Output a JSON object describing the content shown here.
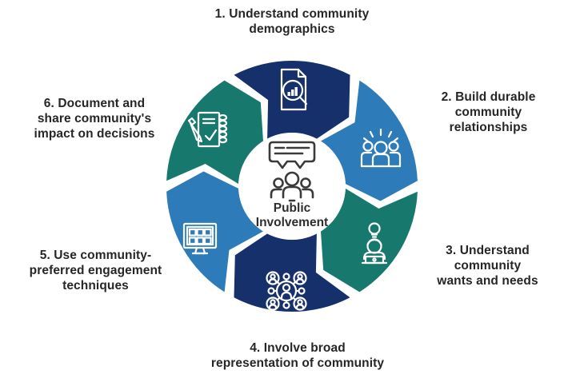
{
  "title": "Public Involvement cycle diagram",
  "center": {
    "icon": "speech-bubbles-over-people-icon",
    "line1": "Public",
    "line2": "Involvement"
  },
  "palette": {
    "navy": "#16306b",
    "blue": "#2d7cb9",
    "teal": "#17786d",
    "label_text": "#262626",
    "segment_icon_stroke": "#ffffff",
    "center_icon_stroke": "#3a3a3a",
    "background": "#ffffff"
  },
  "segments": [
    {
      "number": "1",
      "label": "1. Understand community demographics",
      "lines": [
        "1. Understand community",
        "demographics"
      ],
      "color": "#16306b",
      "icon": "document-chart-magnifier-icon"
    },
    {
      "number": "2",
      "label": "2. Build durable community relationships",
      "lines": [
        "2. Build durable",
        "community",
        "relationships"
      ],
      "color": "#2d7cb9",
      "icon": "celebrating-team-icon"
    },
    {
      "number": "3",
      "label": "3. Understand community wants and needs",
      "lines": [
        "3. Understand",
        "community",
        "wants and needs"
      ],
      "color": "#17786d",
      "icon": "listener-idea-laptop-icon"
    },
    {
      "number": "4",
      "label": "4. Involve broad representation of community",
      "lines": [
        "4. Involve broad",
        "representation of community"
      ],
      "color": "#16306b",
      "icon": "people-network-icon"
    },
    {
      "number": "5",
      "label": "5. Use community-preferred engagement techniques",
      "lines": [
        "5. Use community-",
        "preferred engagement",
        "techniques"
      ],
      "color": "#2d7cb9",
      "icon": "monitor-options-grid-icon"
    },
    {
      "number": "6",
      "label": "6. Document and share community's impact on decisions",
      "lines": [
        "6. Document and",
        "share community's",
        "impact on decisions"
      ],
      "color": "#17786d",
      "icon": "notepad-pen-checklist-icon"
    }
  ]
}
